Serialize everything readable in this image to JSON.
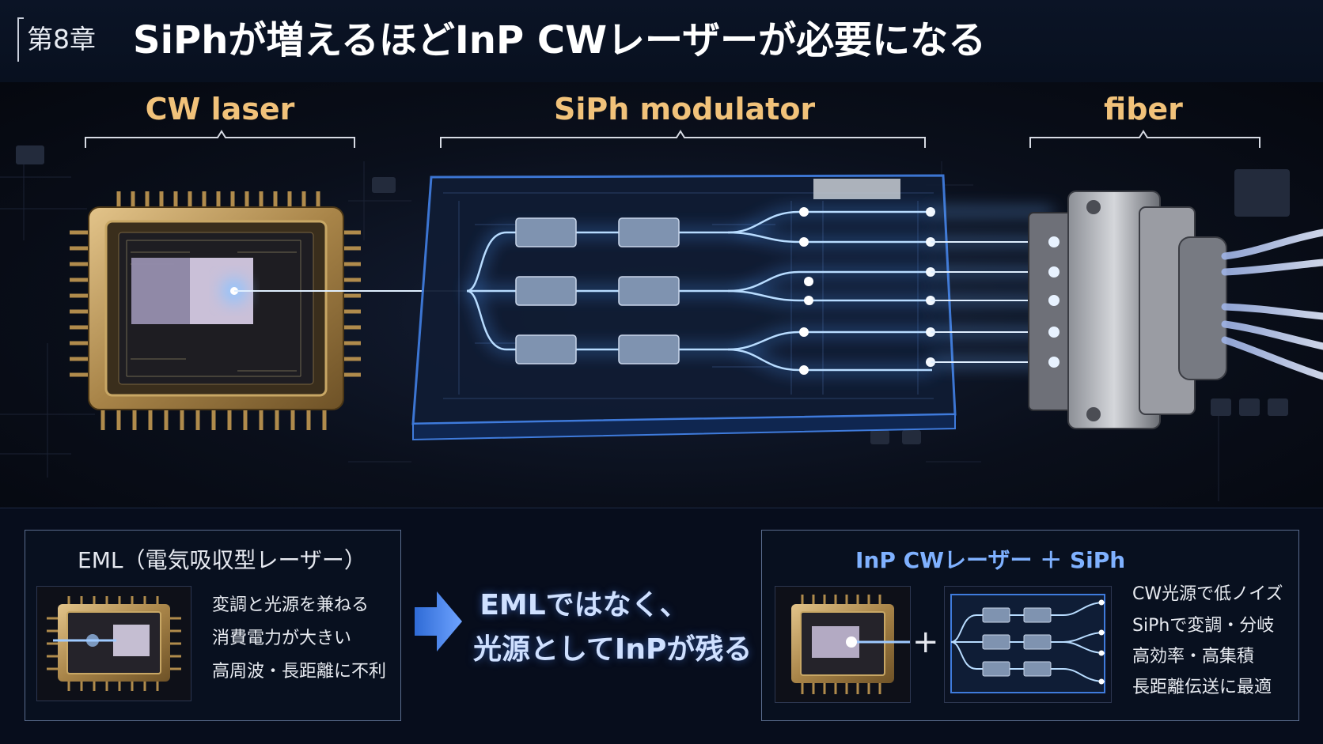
{
  "header": {
    "chapter": "第8章",
    "title": "SiPhが増えるほどInP CWレーザーが必要になる"
  },
  "diagram": {
    "labels": {
      "cw_laser": "CW laser",
      "siph_modulator": "SiPh modulator",
      "fiber": "fiber"
    }
  },
  "eml_panel": {
    "title": "EML（電気吸収型レーザー）",
    "bullets": [
      "変調と光源を兼ねる",
      "消費電力が大きい",
      "高周波・長距離に不利"
    ]
  },
  "center": {
    "line1": "EMLではなく、",
    "line2": "光源としてInPが残る"
  },
  "inp_panel": {
    "title": "InP CWレーザー ＋ SiPh",
    "plus": "+",
    "bullets": [
      "CW光源で低ノイズ",
      "SiPhで変調・分岐",
      "高効率・高集積",
      "長距離伝送に最適"
    ]
  },
  "colors": {
    "accent_gold": "#f1c27a",
    "accent_blue": "#7fb1ff",
    "glow_blue": "#3f8cff"
  }
}
